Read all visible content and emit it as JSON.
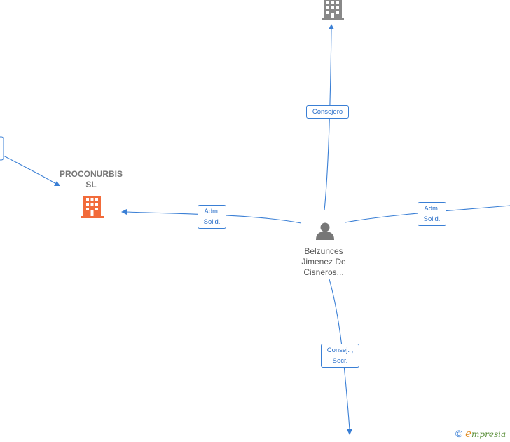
{
  "nodes": {
    "company_main": {
      "name": "PROCONURBIS\nSL",
      "color": "#f26b3a"
    },
    "company_top": {
      "color": "#888888"
    },
    "person": {
      "name": "Belzunces\nJimenez De\nCisneros..."
    }
  },
  "edges": {
    "to_top": {
      "label": "Consejero"
    },
    "to_left": {
      "label": "Adm.\nSolid."
    },
    "to_right": {
      "label": "Adm.\nSolid."
    },
    "to_bottom": {
      "label": "Consej. ,\nSecr."
    }
  },
  "colors": {
    "edge": "#3a7fd5",
    "company_highlight": "#f26b3a",
    "company_neutral": "#888888",
    "person": "#777777"
  },
  "footer": {
    "copyright_symbol": "©",
    "brand_initial": "e",
    "brand_rest": "mpresia"
  }
}
